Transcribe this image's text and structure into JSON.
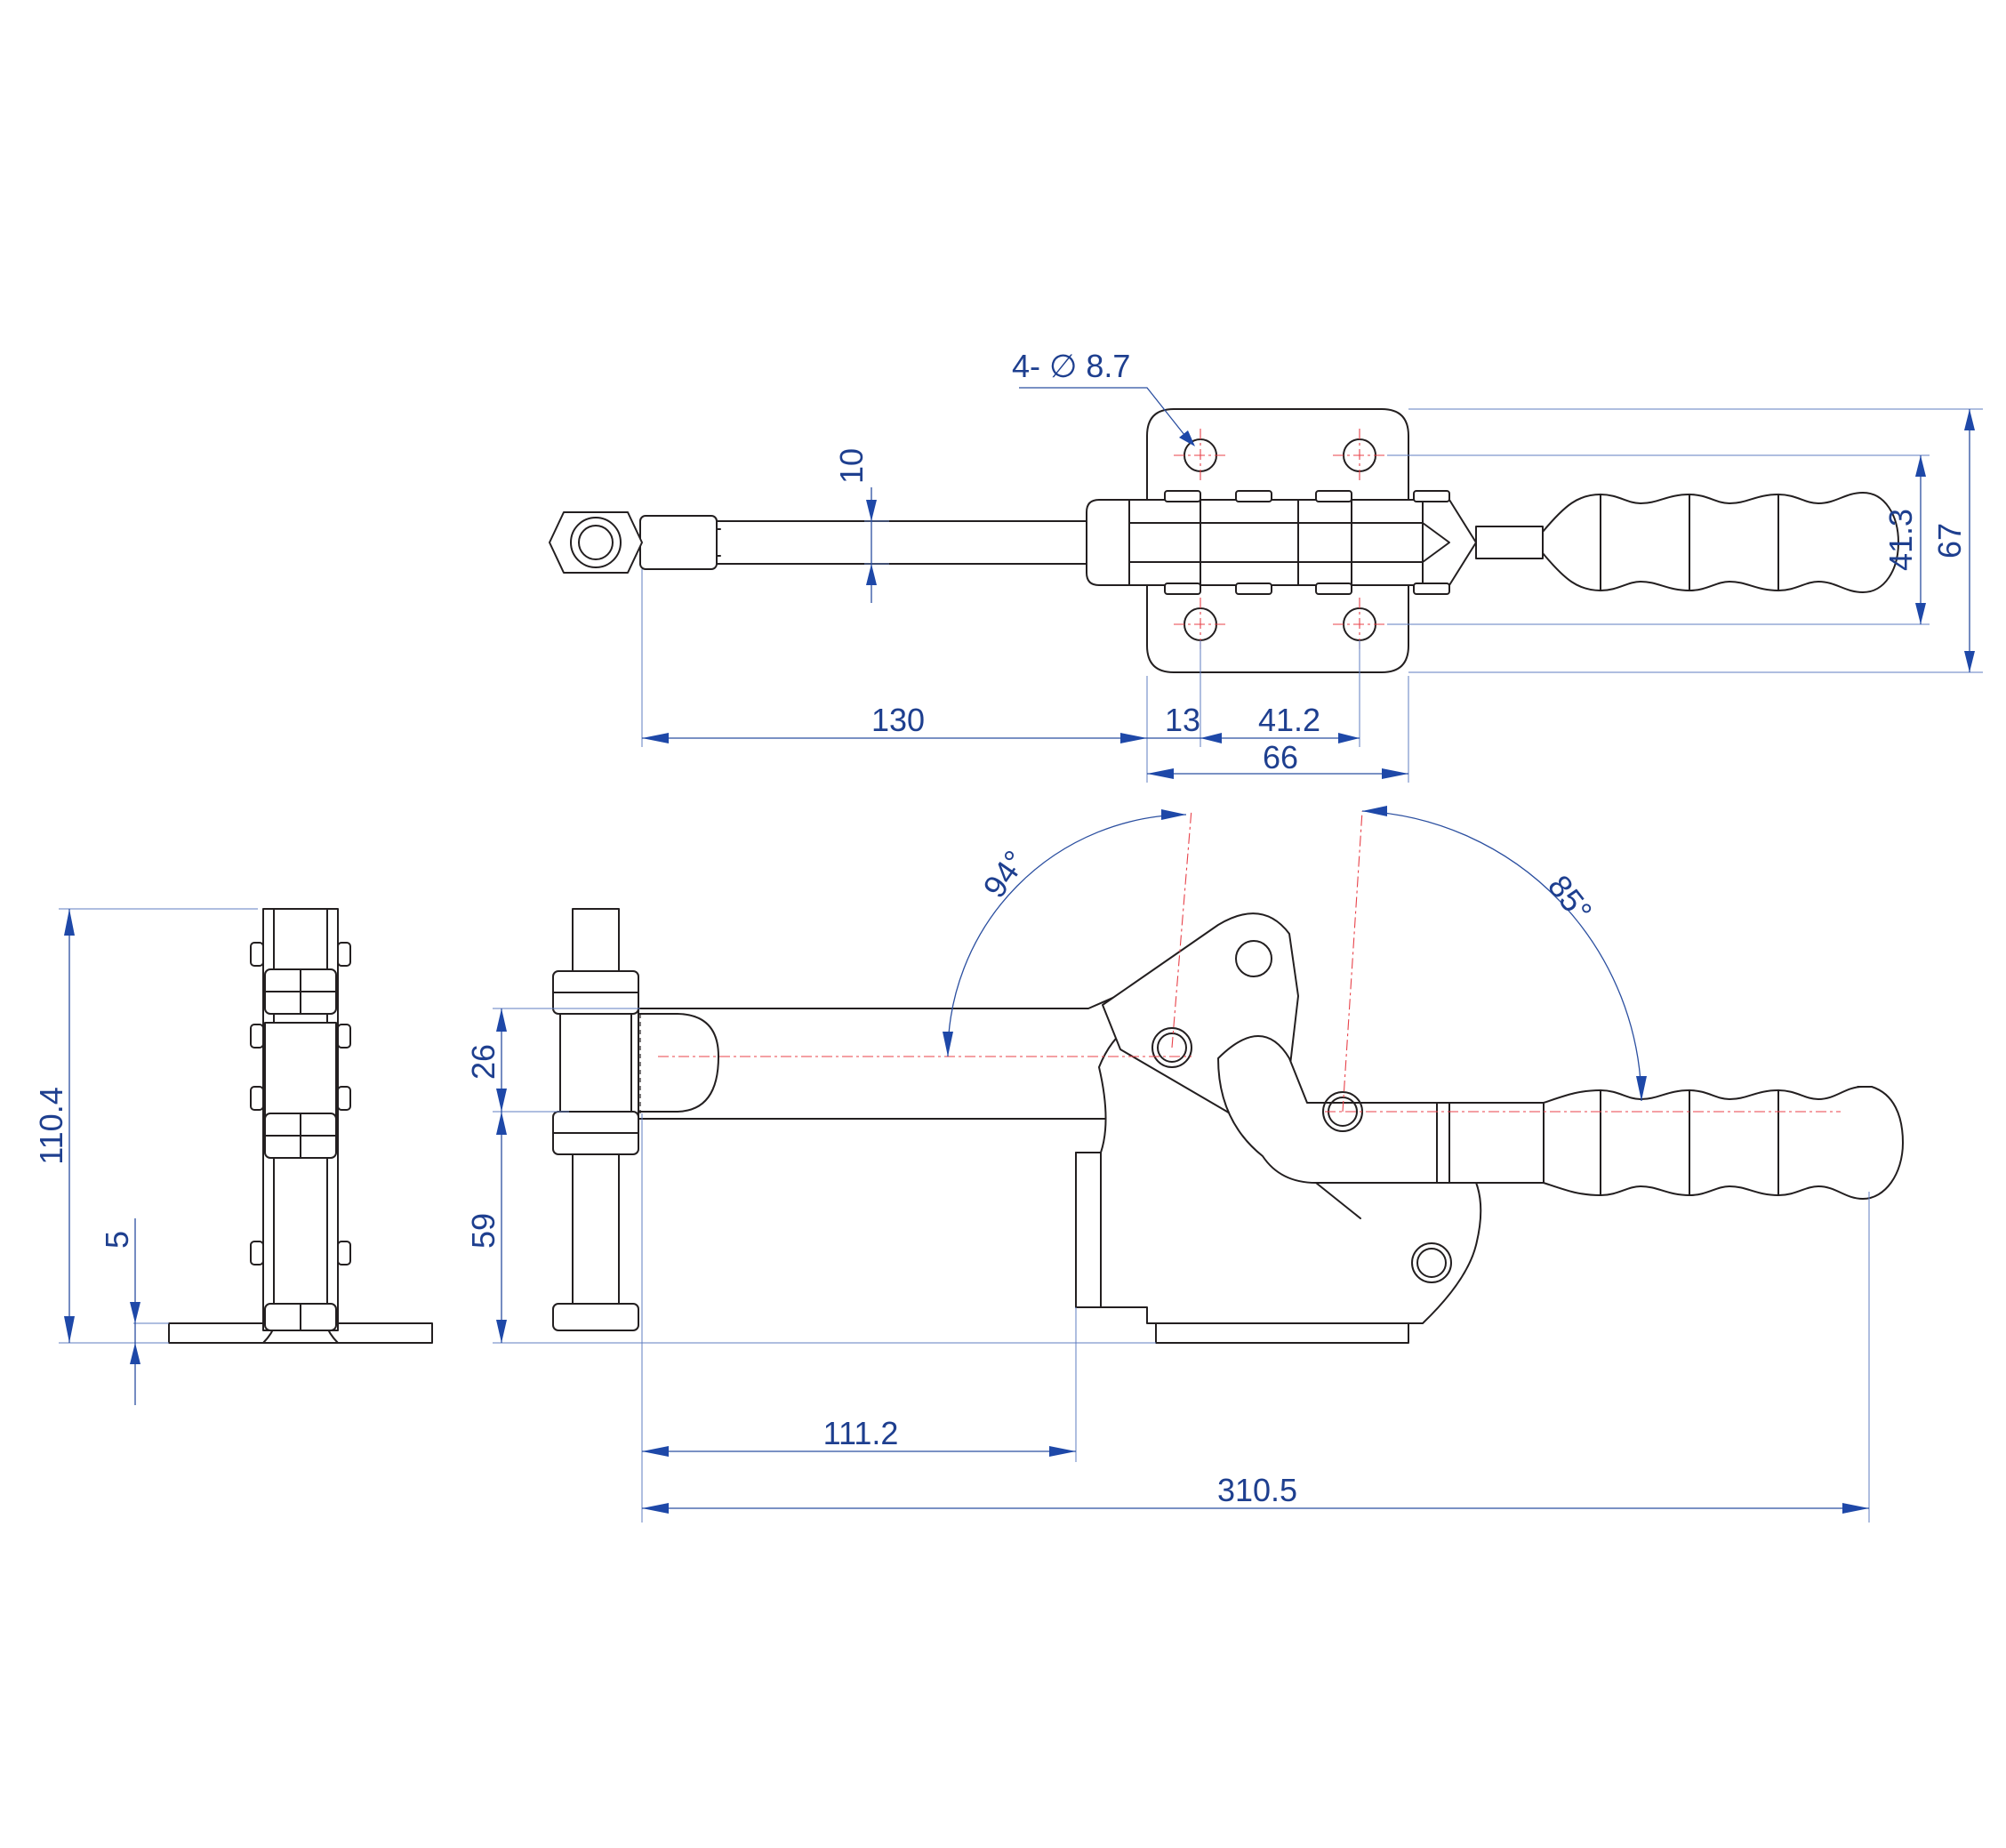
{
  "colors": {
    "outline": "#231f20",
    "dimension": "#2b4fa0",
    "dimension_text": "#1e3f8f",
    "centerline": "#e8424a",
    "background": "#ffffff"
  },
  "dimensions": {
    "hole_spec": "4- ∅ 8.7",
    "rod_thickness": "10",
    "plate_hole_spacing_y": "41.3",
    "plate_width_y": "67",
    "reach_130": "130",
    "hole_offset": "13",
    "plate_hole_spacing_x": "41.2",
    "plate_length": "66",
    "handle_angle_open": "94°",
    "handle_angle_closed": "85°",
    "total_height": "110.4",
    "plate_thickness": "5",
    "spindle_height": "26",
    "axis_height": "59",
    "plunger_offset": "111.2",
    "overall_length": "310.5"
  }
}
